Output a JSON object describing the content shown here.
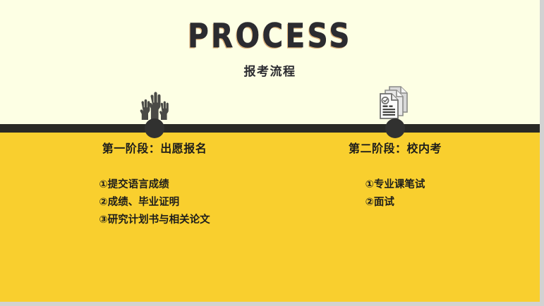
{
  "slide": {
    "background_color": "#fdffe4",
    "band_color": "#f9cf2e",
    "divider_color": "#292925",
    "text_color": "#1d1d1b",
    "title": "PROCESS",
    "subtitle": "报考流程"
  },
  "stages": [
    {
      "icon": "raised-hands-icon",
      "heading": "第一阶段：出愿报名",
      "items": [
        "①提交语言成绩",
        "②成绩、毕业证明",
        "③研究计划书与相关论文"
      ]
    },
    {
      "icon": "documents-check-icon",
      "heading": "第二阶段：校内考",
      "items": [
        "①专业课笔试",
        "②面试"
      ]
    }
  ]
}
